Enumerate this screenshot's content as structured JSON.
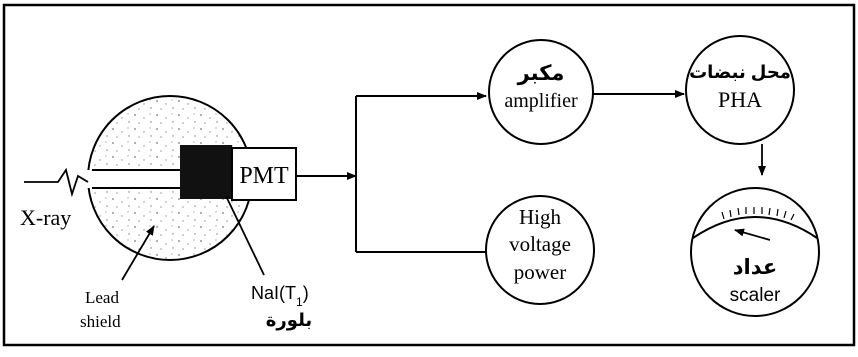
{
  "labels": {
    "xray": "X-ray",
    "pmt": "PMT",
    "lead": "Lead",
    "shield": "shield",
    "nai": "NaI(T",
    "nai_sub": "1",
    "nai_close": ")",
    "crystal_ar": "بلورة",
    "amplifier_ar": "مكبر",
    "amplifier": "amplifier",
    "pha_ar": "محل نبضات",
    "pha": "PHA",
    "hv_line1": "High",
    "hv_line2": "voltage",
    "hv_line3": "power",
    "scaler_ar": "عداد",
    "scaler": "scaler"
  }
}
